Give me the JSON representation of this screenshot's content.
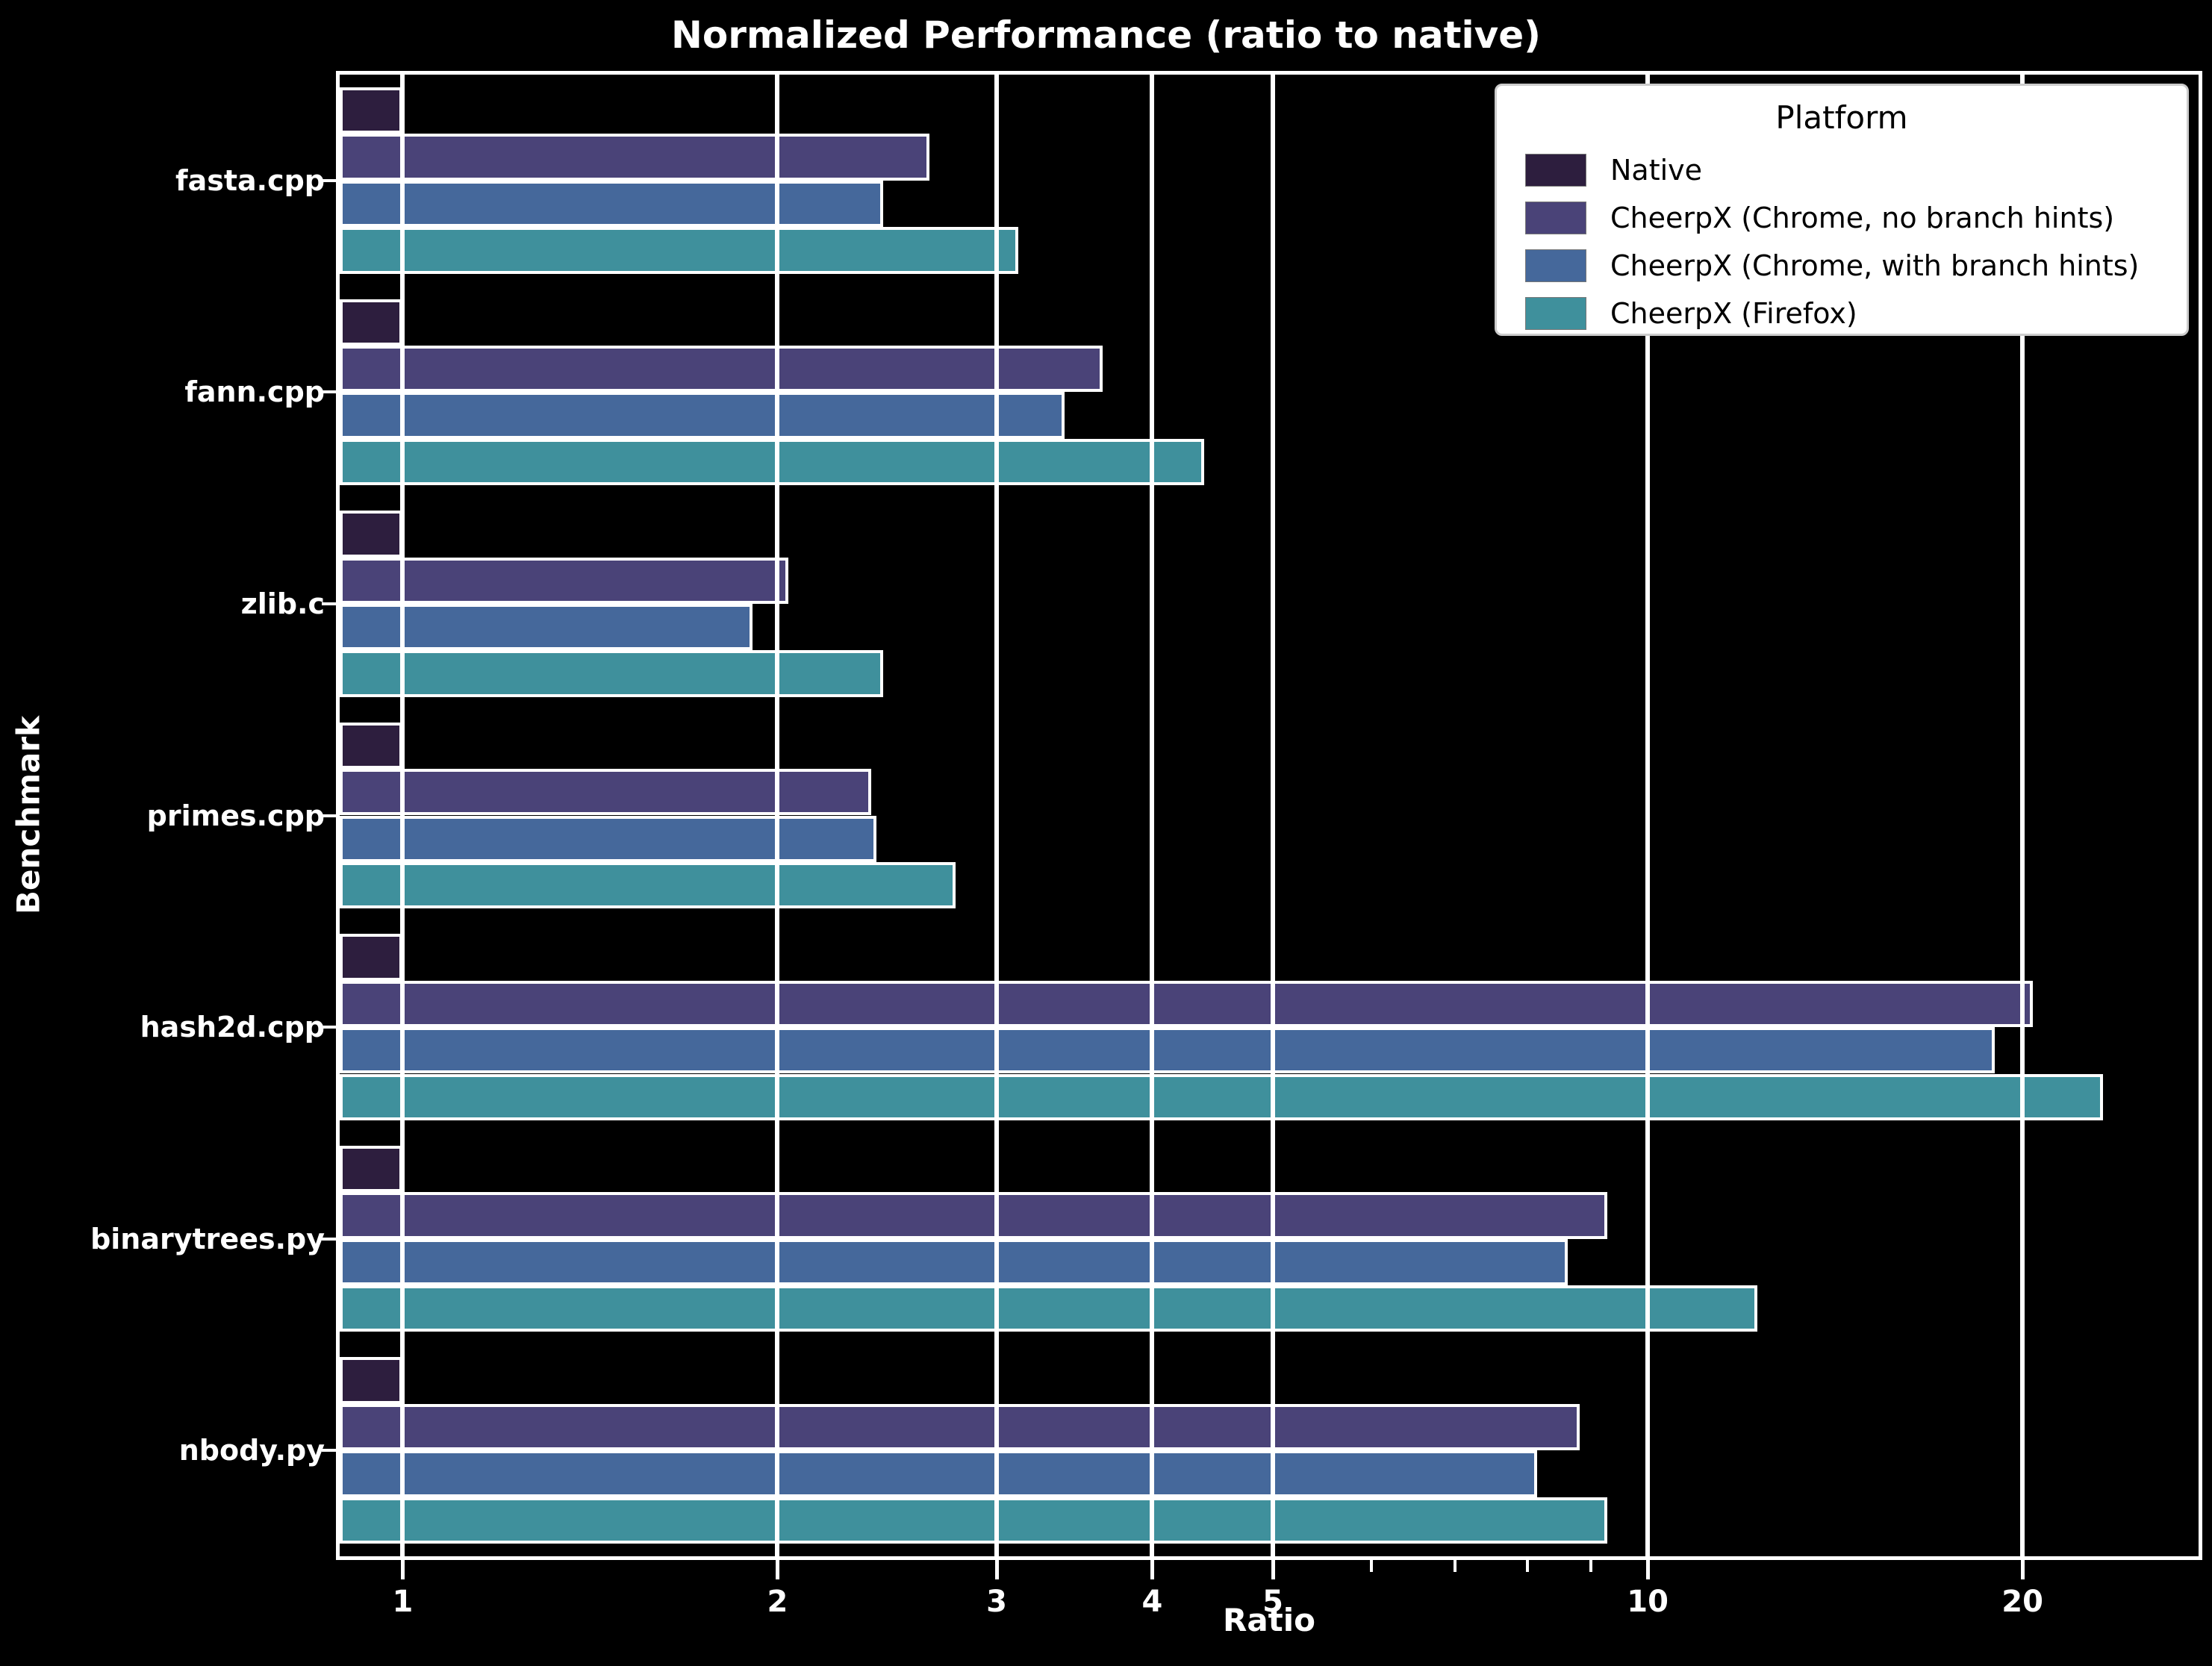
{
  "figure": {
    "background": "#000000",
    "text_color": "#ffffff"
  },
  "chart_data": {
    "type": "bar",
    "orientation": "horizontal",
    "title": "Normalized Performance (ratio to native)",
    "xlabel": "Ratio",
    "ylabel": "Benchmark",
    "x_scale": "log",
    "xlim": [
      0.89,
      27.7
    ],
    "x_major_ticks": [
      1,
      2,
      3,
      4,
      5,
      10,
      20
    ],
    "x_minor_ticks": [
      6,
      7,
      8,
      9
    ],
    "grid": "major-x-on-top",
    "bar_edge_color": "#ffffff",
    "categories": [
      "fasta.cpp",
      "fann.cpp",
      "zlib.c",
      "primes.cpp",
      "hash2d.cpp",
      "binarytrees.py",
      "nbody.py"
    ],
    "legend": {
      "title": "Platform",
      "position": "upper right",
      "background": "#ffffff"
    },
    "series": [
      {
        "name": "Native",
        "color": "#2d1e3e",
        "values": [
          1.0,
          1.0,
          1.0,
          1.0,
          1.0,
          1.0,
          1.0
        ]
      },
      {
        "name": "CheerpX (Chrome, no branch hints)",
        "color": "#4a4378",
        "values": [
          2.65,
          3.65,
          2.04,
          2.38,
          20.4,
          9.28,
          8.82
        ]
      },
      {
        "name": "CheerpX (Chrome, with branch hints)",
        "color": "#45689b",
        "values": [
          2.43,
          3.4,
          1.91,
          2.4,
          19.0,
          8.63,
          8.15
        ]
      },
      {
        "name": "CheerpX (Firefox)",
        "color": "#3f909c",
        "values": [
          3.12,
          4.4,
          2.43,
          2.78,
          23.2,
          12.25,
          9.28
        ]
      }
    ]
  }
}
